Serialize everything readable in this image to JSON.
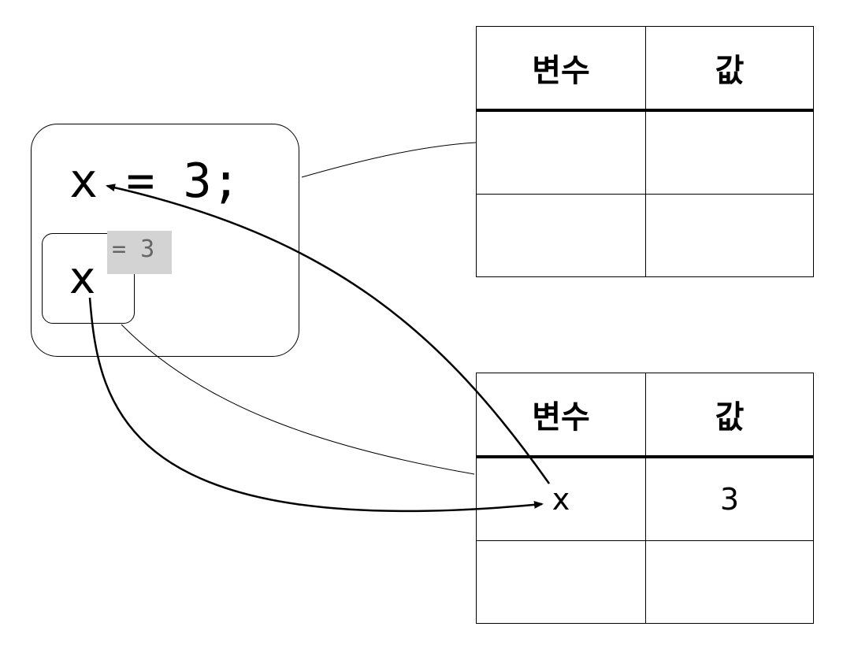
{
  "code": {
    "statement": "x = 3;",
    "expression": "x",
    "evaluation": "= 3"
  },
  "tables": [
    {
      "headers": [
        "변수",
        "값"
      ],
      "rows": [
        [
          "",
          ""
        ],
        [
          "",
          ""
        ]
      ]
    },
    {
      "headers": [
        "변수",
        "값"
      ],
      "rows": [
        [
          "x",
          "3"
        ],
        [
          "",
          ""
        ]
      ]
    }
  ],
  "colors": {
    "stroke": "#000000",
    "badge": "#d3d3d3",
    "badge_text": "#666666"
  }
}
